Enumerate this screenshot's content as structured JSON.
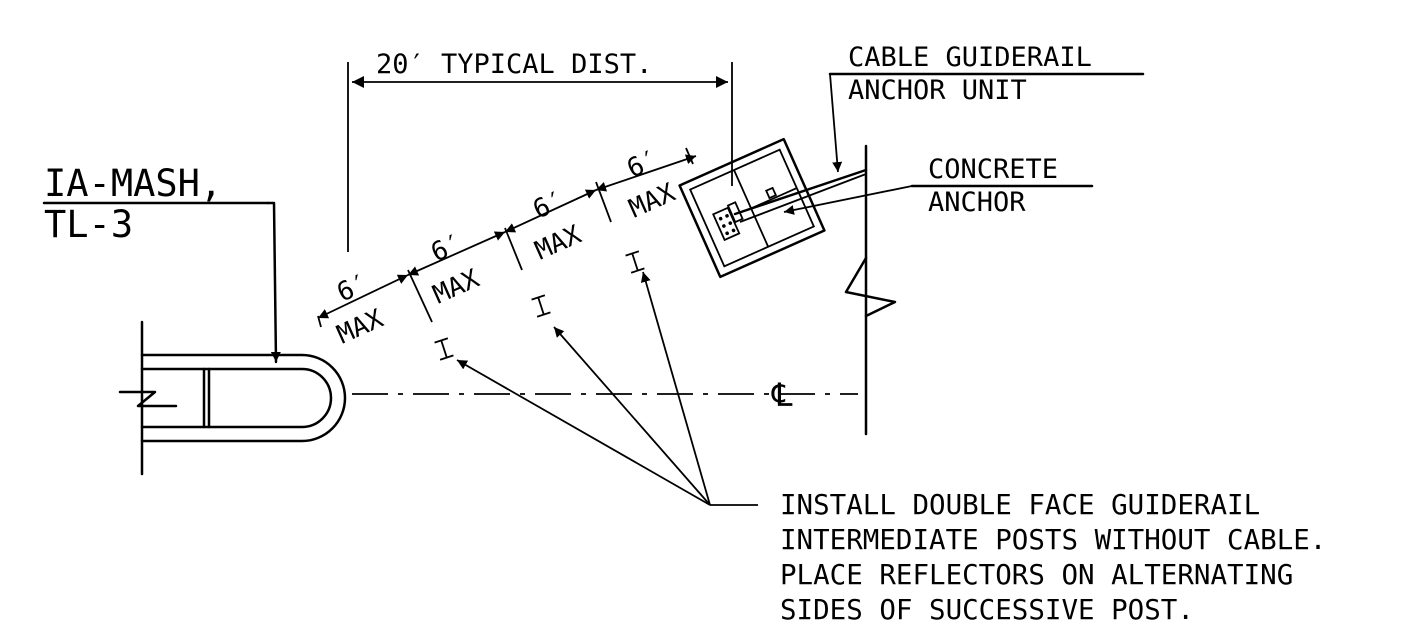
{
  "labels": {
    "ia_mash_line1": "IA-MASH,",
    "ia_mash_line2": "TL-3",
    "typical_dist": "20′ TYPICAL DIST.",
    "cable_line1": "CABLE GUIDERAIL",
    "cable_line2": "ANCHOR UNIT",
    "concrete_line1": "CONCRETE",
    "concrete_line2": "ANCHOR",
    "centerline_symbol": "℄"
  },
  "segments": [
    {
      "dim": "6′",
      "max": "MAX"
    },
    {
      "dim": "6′",
      "max": "MAX"
    },
    {
      "dim": "6′",
      "max": "MAX"
    },
    {
      "dim": "6′",
      "max": "MAX"
    }
  ],
  "note": [
    "INSTALL DOUBLE FACE GUIDERAIL",
    "INTERMEDIATE POSTS WITHOUT CABLE.",
    "PLACE REFLECTORS ON ALTERNATING",
    "SIDES OF SUCCESSIVE POST."
  ]
}
